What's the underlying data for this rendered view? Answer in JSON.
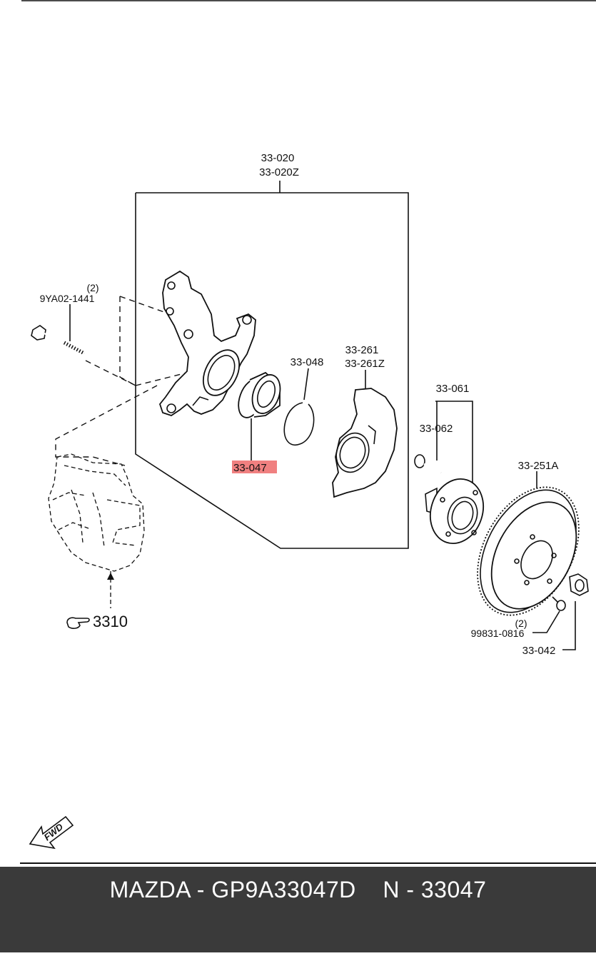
{
  "diagram": {
    "labels": {
      "knuckle_line1": "33-020",
      "knuckle_line2": "33-020Z",
      "bolt_qty": "(2)",
      "bolt_part": "9YA02-1441",
      "snap_ring": "33-048",
      "dust_cover_line1": "33-261",
      "dust_cover_line2": "33-261Z",
      "bearing": "33-047",
      "hub": "33-061",
      "hub_bolt": "33-062",
      "disc": "33-251A",
      "caliper_ref": "3310",
      "screw_qty": "(2)",
      "screw_part": "99831-0816",
      "nut": "33-042",
      "fwd": "FWD"
    },
    "highlight": {
      "target": "33-047",
      "color": "#f08080"
    }
  },
  "footer": {
    "text": "MAZDA - GP9A33047D    N - 33047",
    "background": "#3a3a3a",
    "color": "#ffffff"
  }
}
